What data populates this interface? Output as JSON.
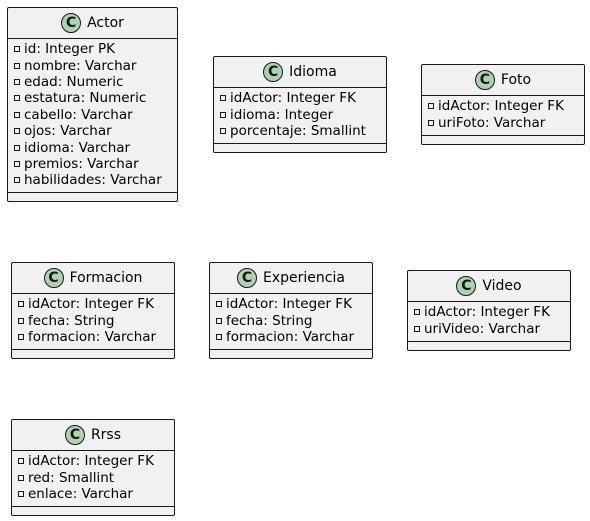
{
  "badge_letter": "C",
  "badge_color": "#add1b2",
  "classes": {
    "actor": {
      "name": "Actor",
      "attributes": [
        "id: Integer PK",
        "nombre: Varchar",
        "edad: Numeric",
        "estatura: Numeric",
        "cabello: Varchar",
        "ojos: Varchar",
        "idioma: Varchar",
        "premios: Varchar",
        "habilidades: Varchar"
      ]
    },
    "idioma": {
      "name": "Idioma",
      "attributes": [
        "idActor: Integer FK",
        "idioma: Integer",
        "porcentaje: Smallint"
      ]
    },
    "foto": {
      "name": "Foto",
      "attributes": [
        "idActor: Integer FK",
        "uriFoto: Varchar"
      ]
    },
    "formacion": {
      "name": "Formacion",
      "attributes": [
        "idActor: Integer FK",
        "fecha: String",
        "formacion: Varchar"
      ]
    },
    "experiencia": {
      "name": "Experiencia",
      "attributes": [
        "idActor: Integer FK",
        "fecha: String",
        "formacion: Varchar"
      ]
    },
    "video": {
      "name": "Video",
      "attributes": [
        "idActor: Integer FK",
        "uriVideo: Varchar"
      ]
    },
    "rrss": {
      "name": "Rrss",
      "attributes": [
        "idActor: Integer FK",
        "red: Smallint",
        "enlace: Varchar"
      ]
    }
  }
}
